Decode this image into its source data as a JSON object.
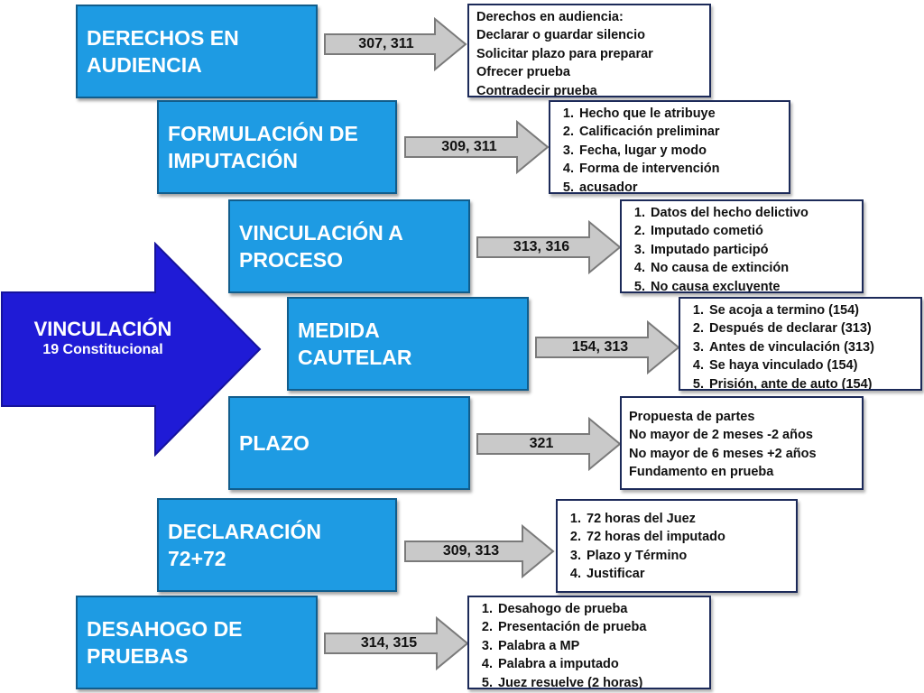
{
  "center": {
    "title": "VINCULACIÓN",
    "subtitle": "19 Constitucional"
  },
  "rows": [
    {
      "topic": "DERECHOS EN\nAUDIENCIA",
      "articles": "307, 311",
      "detail": {
        "type": "plain",
        "items": [
          "Derechos en audiencia:",
          "Declarar o guardar silencio",
          "Solicitar plazo para preparar",
          "Ofrecer prueba",
          "Contradecir prueba"
        ]
      }
    },
    {
      "topic": "FORMULACIÓN DE\nIMPUTACIÓN",
      "articles": "309, 311",
      "detail": {
        "type": "numbered",
        "items": [
          "Hecho que le atribuye",
          "Calificación preliminar",
          "Fecha, lugar y modo",
          "Forma de intervención",
          "acusador"
        ]
      }
    },
    {
      "topic": "VINCULACIÓN A\nPROCESO",
      "articles": "313, 316",
      "detail": {
        "type": "numbered",
        "items": [
          "Datos del hecho delictivo",
          "Imputado cometió",
          "Imputado participó",
          "No causa de extinción",
          "No causa excluyente"
        ]
      }
    },
    {
      "topic": "MEDIDA\nCAUTELAR",
      "articles": "154, 313",
      "detail": {
        "type": "numbered",
        "items": [
          "Se acoja a termino (154)",
          "Después de declarar (313)",
          "Antes de vinculación (313)",
          "Se haya vinculado (154)",
          "Prisión, ante de auto (154)"
        ]
      }
    },
    {
      "topic": "PLAZO",
      "articles": "321",
      "detail": {
        "type": "plain",
        "items": [
          "Propuesta de partes",
          "No mayor de 2 meses -2 años",
          "No mayor de 6 meses +2 años",
          "Fundamento en prueba"
        ]
      }
    },
    {
      "topic": "DECLARACIÓN\n72+72",
      "articles": "309, 313",
      "detail": {
        "type": "numbered",
        "items": [
          "72 horas del Juez",
          "72 horas del imputado",
          "Plazo y Término",
          "Justificar"
        ]
      }
    },
    {
      "topic": "DESAHOGO DE\nPRUEBAS",
      "articles": "314, 315",
      "detail": {
        "type": "numbered",
        "items": [
          "Desahogo de prueba",
          "Presentación de prueba",
          "Palabra a MP",
          "Palabra a imputado",
          "Juez resuelve (2 horas)"
        ]
      }
    }
  ],
  "colors": {
    "topic_fill": "#1e9be3",
    "big_arrow_fill": "#1f1bd6",
    "small_arrow_fill": "#c9c9c9",
    "detail_border": "#1c2a59"
  }
}
